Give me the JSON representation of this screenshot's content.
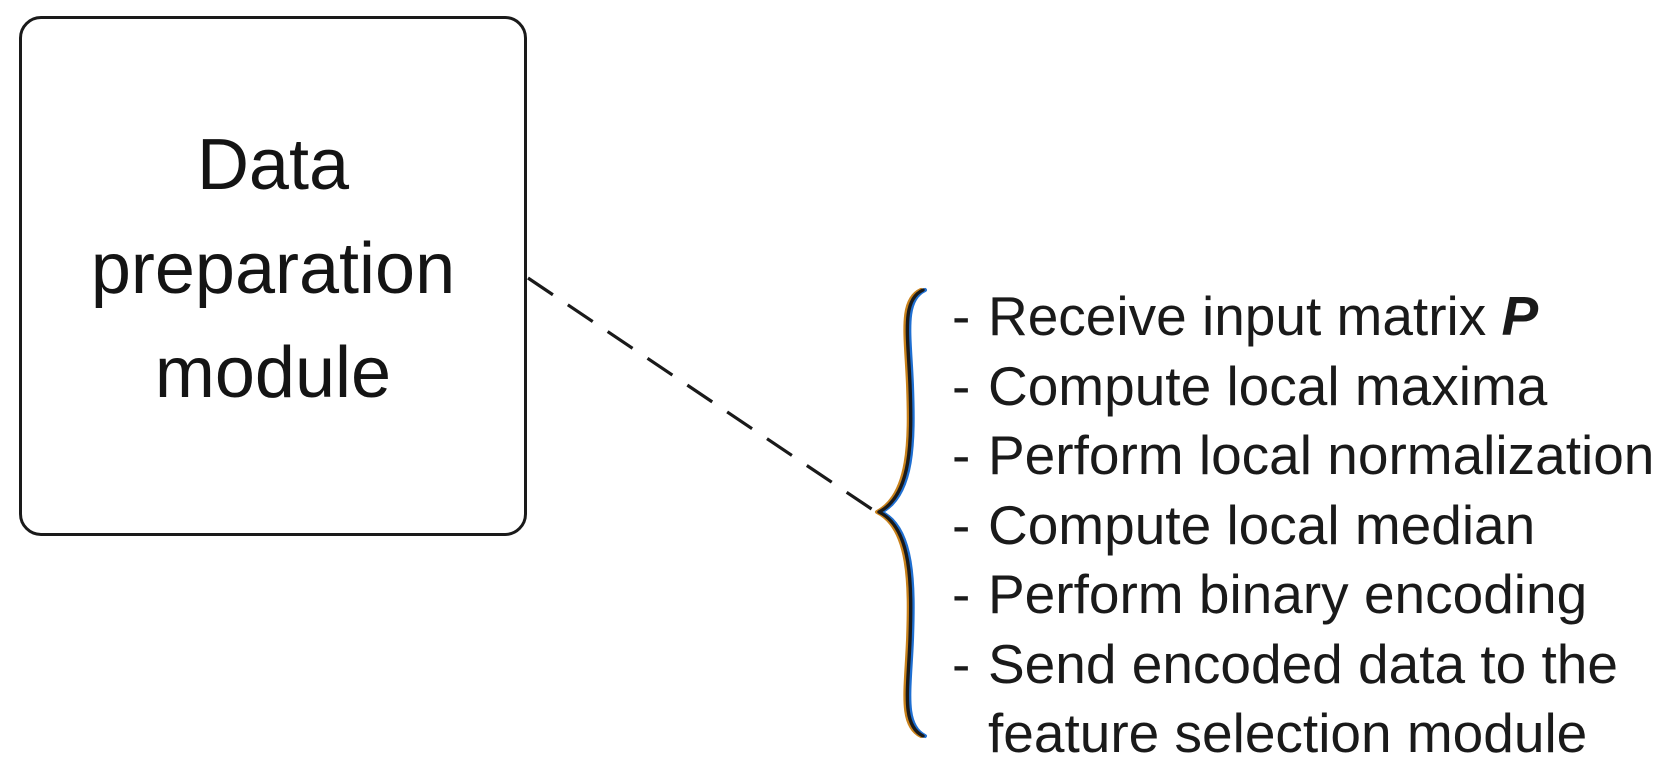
{
  "module": {
    "lines": [
      "Data",
      "preparation",
      "module"
    ]
  },
  "steps": [
    {
      "dash": "-",
      "text": "Receive input matrix ",
      "symbol": "P"
    },
    {
      "dash": "-",
      "text": "Compute local maxima"
    },
    {
      "dash": "-",
      "text": "Perform local normalization"
    },
    {
      "dash": "-",
      "text": "Compute local median"
    },
    {
      "dash": "-",
      "text": "Perform binary encoding"
    },
    {
      "dash": "-",
      "text": "Send encoded data to the",
      "continuation": "feature selection module"
    }
  ],
  "colors": {
    "stroke": "#1a1a1a",
    "brace_highlight": "#1f6fd1",
    "brace_shadow": "#c9821c"
  }
}
